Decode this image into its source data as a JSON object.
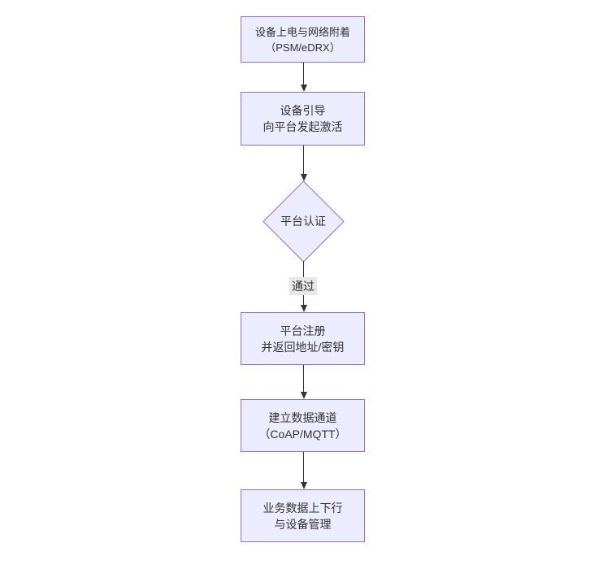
{
  "colors": {
    "canvas_background": "#ffffff",
    "node_fill": "#ECECFF",
    "node_border": "#9370DB",
    "arrow": "#333333",
    "edge_label_background": "#e8e8e8",
    "text": "#333333"
  },
  "flowchart": {
    "direction": "top-down",
    "nodes": [
      {
        "id": "power-attach",
        "shape": "rect",
        "lines": [
          "设备上电与网络附着",
          "（PSM/eDRX）"
        ]
      },
      {
        "id": "bootstrap",
        "shape": "rect",
        "lines": [
          "设备引导",
          "向平台发起激活"
        ]
      },
      {
        "id": "platform-auth",
        "shape": "diamond",
        "lines": [
          "平台认证"
        ]
      },
      {
        "id": "platform-register",
        "shape": "rect",
        "lines": [
          "平台注册",
          "并返回地址/密钥"
        ]
      },
      {
        "id": "data-channel",
        "shape": "rect",
        "lines": [
          "建立数据通道",
          "（CoAP/MQTT）"
        ]
      },
      {
        "id": "business-data",
        "shape": "rect",
        "lines": [
          "业务数据上下行",
          "与设备管理"
        ]
      }
    ],
    "edges": [
      {
        "from": "power-attach",
        "to": "bootstrap",
        "label": ""
      },
      {
        "from": "bootstrap",
        "to": "platform-auth",
        "label": ""
      },
      {
        "from": "platform-auth",
        "to": "platform-register",
        "label": "通过"
      },
      {
        "from": "platform-register",
        "to": "data-channel",
        "label": ""
      },
      {
        "from": "data-channel",
        "to": "business-data",
        "label": ""
      }
    ]
  }
}
